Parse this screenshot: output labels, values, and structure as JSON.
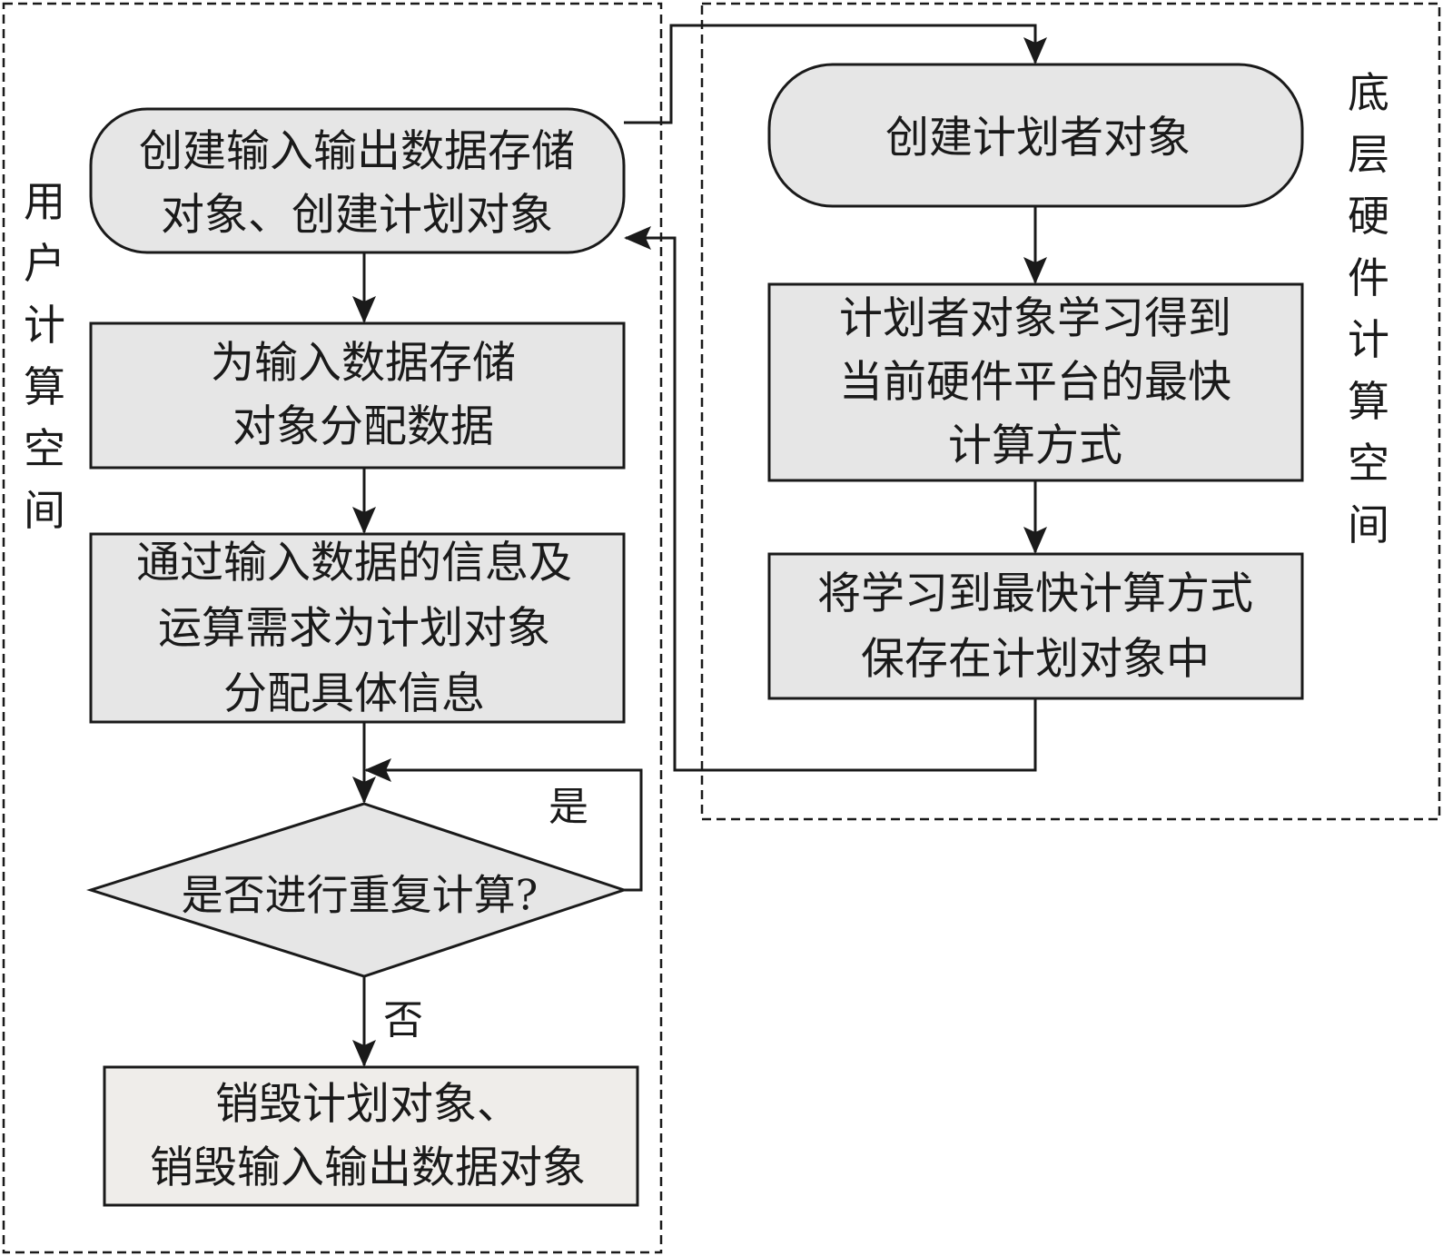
{
  "regions": {
    "user_space": {
      "label": [
        "用",
        "户",
        "计",
        "算",
        "空",
        "间"
      ]
    },
    "hardware_space": {
      "label": [
        "底",
        "层",
        "硬",
        "件",
        "计",
        "算",
        "空",
        "间"
      ]
    }
  },
  "nodes": {
    "create_objects": {
      "shape": "rounded",
      "lines": [
        "创建输入输出数据存储",
        "对象、创建计划对象"
      ]
    },
    "assign_input_data": {
      "shape": "rect",
      "lines": [
        "为输入数据存储",
        "对象分配数据"
      ]
    },
    "assign_plan_info": {
      "shape": "rect",
      "lines": [
        "通过输入数据的信息及",
        "运算需求为计划对象",
        "分配具体信息"
      ]
    },
    "repeat_decision": {
      "shape": "diamond",
      "lines": [
        "是否进行重复计算?"
      ]
    },
    "destroy_objects": {
      "shape": "rect",
      "lines": [
        "销毁计划对象、",
        "销毁输入输出数据对象"
      ]
    },
    "create_planner": {
      "shape": "rounded",
      "lines": [
        "创建计划者对象"
      ]
    },
    "planner_learn": {
      "shape": "rect",
      "lines": [
        "计划者对象学习得到",
        "当前硬件平台的最快",
        "计算方式"
      ]
    },
    "save_method": {
      "shape": "rect",
      "lines": [
        "将学习到最快计算方式",
        "保存在计划对象中"
      ]
    }
  },
  "edges": {
    "yes_label": "是",
    "no_label": "否"
  },
  "colors": {
    "node_fill": "#e6e6e6",
    "destroy_fill": "#efedea",
    "stroke": "#1a1a1a"
  }
}
